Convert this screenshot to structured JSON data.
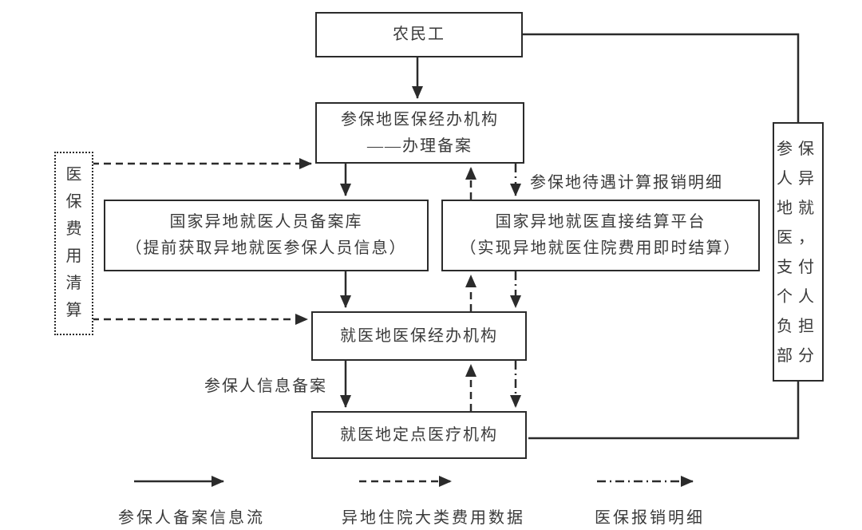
{
  "diagram": {
    "nodes": {
      "farmer": {
        "label": "农民工"
      },
      "insured_agency": {
        "line1": "参保地医保经办机构",
        "line2": "——办理备案"
      },
      "clearing": {
        "label": "医保费用清算"
      },
      "filing_db": {
        "line1": "国家异地就医人员备案库",
        "line2": "（提前获取异地就医参保人员信息）"
      },
      "platform": {
        "line1": "国家异地就医直接结算平台",
        "line2": "（实现异地就医住院费用即时结算）"
      },
      "treatment_agency": {
        "label": "就医地医保经办机构"
      },
      "hospital": {
        "label": "就医地定点医疗机构"
      },
      "self_pay": {
        "label": "参保人异地就医，支付个人负担部分"
      }
    },
    "edge_labels": {
      "benefit_detail": "参保地待遇计算报销明细",
      "insured_info_filing": "参保人信息备案"
    },
    "legend": [
      {
        "style": "solid",
        "label": "参保人备案信息流"
      },
      {
        "style": "dashed",
        "label": "异地住院大类费用数据"
      },
      {
        "style": "dashdot",
        "label": "医保报销明细"
      }
    ],
    "colors": {
      "line": "#2b2b2b",
      "text": "#3a3a3a",
      "background": "#ffffff"
    }
  }
}
